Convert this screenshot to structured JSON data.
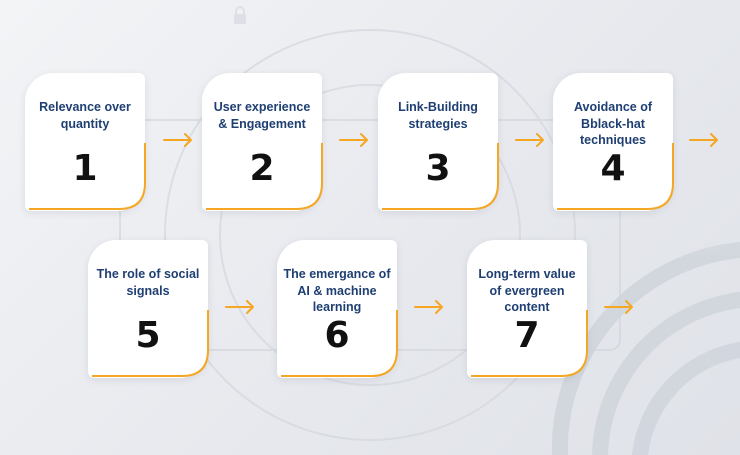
{
  "diagram": {
    "accent_color": "#f5a623",
    "text_color": "#1f3f73",
    "number_color": "#111111",
    "steps": [
      {
        "label": "Relevance over quantity",
        "number": "1"
      },
      {
        "label": "User experience & Engagement",
        "number": "2"
      },
      {
        "label": "Link-Building strategies",
        "number": "3"
      },
      {
        "label": "Avoidance of Bblack-hat techniques",
        "number": "4"
      },
      {
        "label": "The role of social signals",
        "number": "5"
      },
      {
        "label": "The emergance of AI & machine learning",
        "number": "6"
      },
      {
        "label": "Long-term value of evergreen content",
        "number": "7"
      }
    ]
  }
}
